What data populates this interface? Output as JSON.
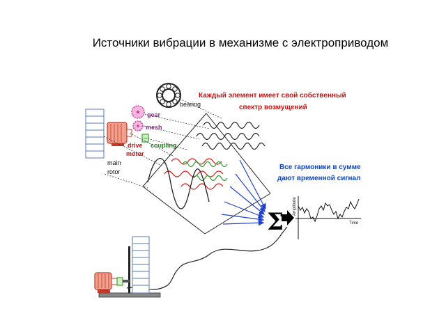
{
  "title": "Источники вибрации в механизме с электроприводом",
  "labels": {
    "bearing": "bearing",
    "gear": "gear",
    "mesh": "mesh",
    "drive_motor_1": "drive",
    "drive_motor_2": "motor",
    "coupling": "coupling",
    "main_rotor_1": "main",
    "main_rotor_2": "rotor"
  },
  "notes": {
    "spectrum_1": "Каждый элемент имеет свой собственный",
    "spectrum_2": "спектр возмущений",
    "sum_1": "Все гармоники в сумме",
    "sum_2": "дают временной сигнал"
  },
  "signal_plot": {
    "y_axis_label": "Amplitude",
    "x_axis_label": "Time"
  },
  "symbols": {
    "sum": "Σ"
  },
  "colors": {
    "red_wave": "#d22222",
    "green_wave": "#2a9a2a",
    "blue_arrow": "#2244cc",
    "motor_red": "#d94b3b",
    "gear_pink": "#e37ac0",
    "coupling_green": "#3aa33a",
    "label_red": "#cc1111",
    "label_blue": "#1144bb"
  }
}
